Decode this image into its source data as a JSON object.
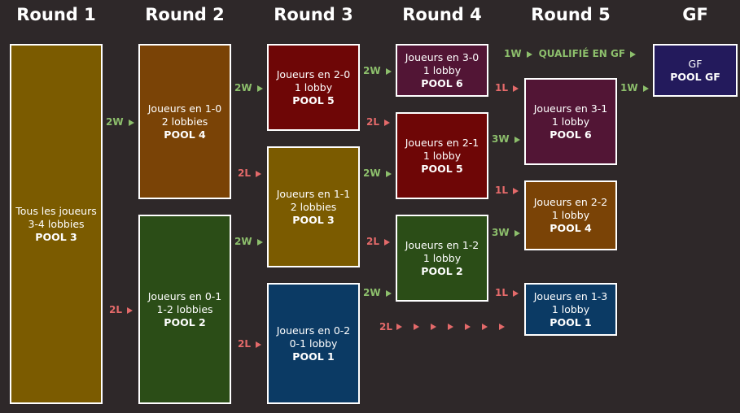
{
  "headers": [
    "Round 1",
    "Round 2",
    "Round 3",
    "Round 4",
    "Round 5",
    "GF"
  ],
  "boxes": {
    "r1_all": {
      "line1": "Tous les joueurs",
      "line2": "3-4 lobbies",
      "pool": "POOL 3",
      "color": "#7b5b00"
    },
    "r2_10": {
      "line1": "Joueurs en 1-0",
      "line2": "2 lobbies",
      "pool": "POOL 4",
      "color": "#7a4306"
    },
    "r2_01": {
      "line1": "Joueurs en 0-1",
      "line2": "1-2 lobbies",
      "pool": "POOL 2",
      "color": "#2b4d17"
    },
    "r3_20": {
      "line1": "Joueurs en 2-0",
      "line2": "1 lobby",
      "pool": "POOL 5",
      "color": "#6e0606"
    },
    "r3_11": {
      "line1": "Joueurs en 1-1",
      "line2": "2 lobbies",
      "pool": "POOL 3",
      "color": "#7b5b00"
    },
    "r3_02": {
      "line1": "Joueurs en 0-2",
      "line2": "0-1 lobby",
      "pool": "POOL 1",
      "color": "#0b3a64"
    },
    "r4_30": {
      "line1": "Joueurs en 3-0",
      "line2": "1 lobby",
      "pool": "POOL 6",
      "color": "#521535"
    },
    "r4_21": {
      "line1": "Joueurs en 2-1",
      "line2": "1 lobby",
      "pool": "POOL 5",
      "color": "#6e0606"
    },
    "r4_12": {
      "line1": "Joueurs en 1-2",
      "line2": "1 lobby",
      "pool": "POOL 2",
      "color": "#2b4d17"
    },
    "r5_31": {
      "line1": "Joueurs en 3-1",
      "line2": "1 lobby",
      "pool": "POOL 6",
      "color": "#521535"
    },
    "r5_22": {
      "line1": "Joueurs en 2-2",
      "line2": "1 lobby",
      "pool": "POOL 4",
      "color": "#7a4306"
    },
    "r5_13": {
      "line1": "Joueurs en 1-3",
      "line2": "1 lobby",
      "pool": "POOL 1",
      "color": "#0b3a64"
    },
    "gf": {
      "line1": "GF",
      "pool": "POOL GF",
      "color": "#231a5c"
    }
  },
  "labels": {
    "r1_w": "2W",
    "r1_l": "2L",
    "r2a_w": "2W",
    "r2a_l": "2L",
    "r2b_w": "2W",
    "r2b_l": "2L",
    "r3a_w": "2W",
    "r3a_l": "2L",
    "r3b_w": "2W",
    "r3b_l": "2L",
    "r3c_w": "2W",
    "r3c_l": "2L",
    "r4a_w": "1W",
    "r4a_qual": "QUALIFIÉ EN GF",
    "r4a_l": "1L",
    "r4b_w": "3W",
    "r4b_l": "1L",
    "r4c_w": "3W",
    "r4c_l": "1L",
    "r5_w": "1W"
  }
}
